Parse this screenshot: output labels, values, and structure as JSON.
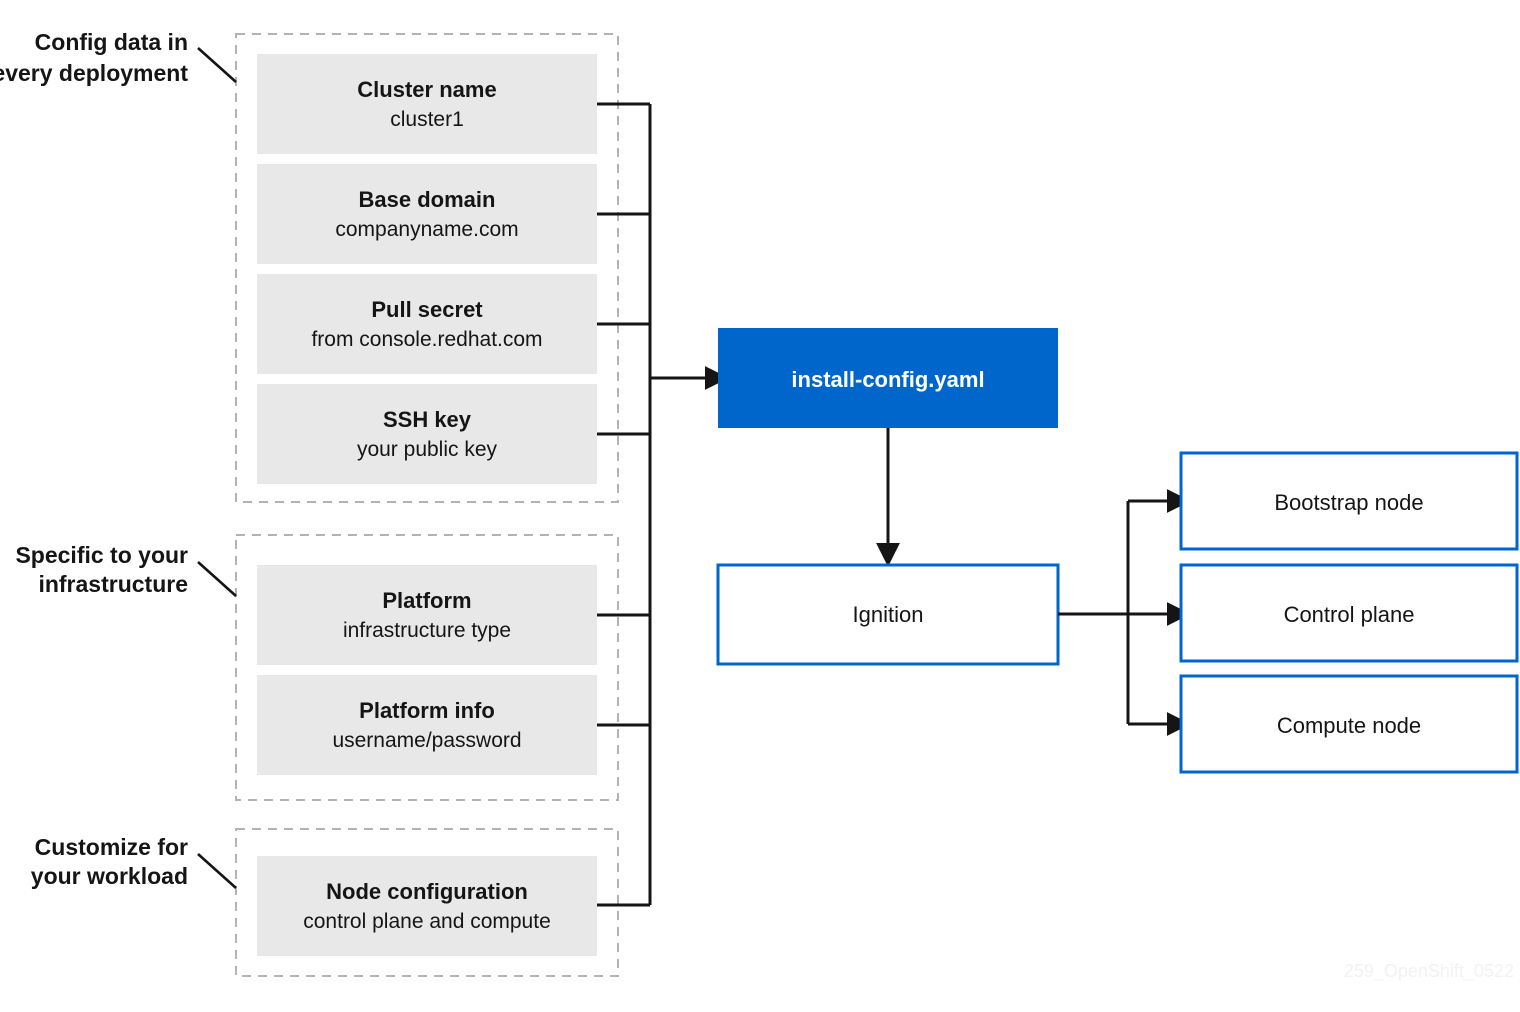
{
  "diagram": {
    "title_watermark": "259_OpenShift_0522",
    "colors": {
      "accent_blue": "#0066CC",
      "box_gray": "#E8E8E8",
      "dashed_border": "#B3B3B3",
      "line_black": "#151515",
      "text_white": "#FFFFFF"
    },
    "annotations": [
      {
        "line1": "Config data in",
        "line2": "every deployment"
      },
      {
        "line1": "Specific to your",
        "line2": "infrastructure"
      },
      {
        "line1": "Customize for",
        "line2": "your workload"
      }
    ],
    "groups": [
      {
        "name": "config-data-group",
        "items": [
          {
            "title": "Cluster name",
            "subtitle": "cluster1"
          },
          {
            "title": "Base domain",
            "subtitle": "companyname.com"
          },
          {
            "title": "Pull secret",
            "subtitle": "from console.redhat.com"
          },
          {
            "title": "SSH key",
            "subtitle": "your public key"
          }
        ]
      },
      {
        "name": "infrastructure-group",
        "items": [
          {
            "title": "Platform",
            "subtitle": "infrastructure type"
          },
          {
            "title": "Platform info",
            "subtitle": "username/password"
          }
        ]
      },
      {
        "name": "workload-group",
        "items": [
          {
            "title": "Node configuration",
            "subtitle": "control plane and compute"
          }
        ]
      }
    ],
    "pipeline": {
      "install_config": "install-config.yaml",
      "ignition": "Ignition"
    },
    "outputs": [
      {
        "label": "Bootstrap node"
      },
      {
        "label": "Control plane"
      },
      {
        "label": "Compute node"
      }
    ]
  }
}
